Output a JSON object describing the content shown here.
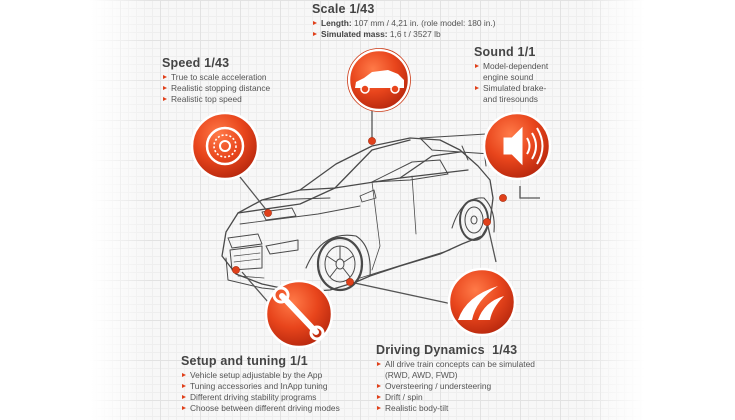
{
  "scale": {
    "title": "Scale 1/43",
    "length_label": "Length:",
    "length_value": "107 mm / 4,21 in. (role model: 180 in.)",
    "mass_label": "Simulated mass:",
    "mass_value": "1,6 t / 3527 lb"
  },
  "speed": {
    "title": "Speed 1/43",
    "items": [
      "True to scale acceleration",
      "Realistic stopping distance",
      "Realistic top speed"
    ]
  },
  "sound": {
    "title": "Sound 1/1",
    "items": [
      "Model-dependent",
      "engine sound",
      "Simulated brake-",
      "and tiresounds"
    ]
  },
  "setup": {
    "title": "Setup and tuning 1/1",
    "items": [
      "Vehicle setup adjustable by the App",
      "Tuning accessories and InApp tuning",
      "Different driving stability programs",
      "Choose between different driving modes"
    ]
  },
  "dynamics": {
    "title": "Driving Dynamics  1/43",
    "items": [
      "All drive train concepts can be simulated",
      "(RWD, AWD, FWD)",
      "Oversteering / understeering",
      "Drift / spin",
      "Realistic body-tilt"
    ]
  },
  "icons": {
    "scale": "car-silhouette-icon",
    "speed": "brake-disc-icon",
    "sound": "speaker-icon",
    "setup": "wrench-icon",
    "dynamics": "curve-road-icon"
  },
  "colors": {
    "accent": "#e0401a",
    "accent_dark": "#b52a10",
    "line": "#555555"
  }
}
